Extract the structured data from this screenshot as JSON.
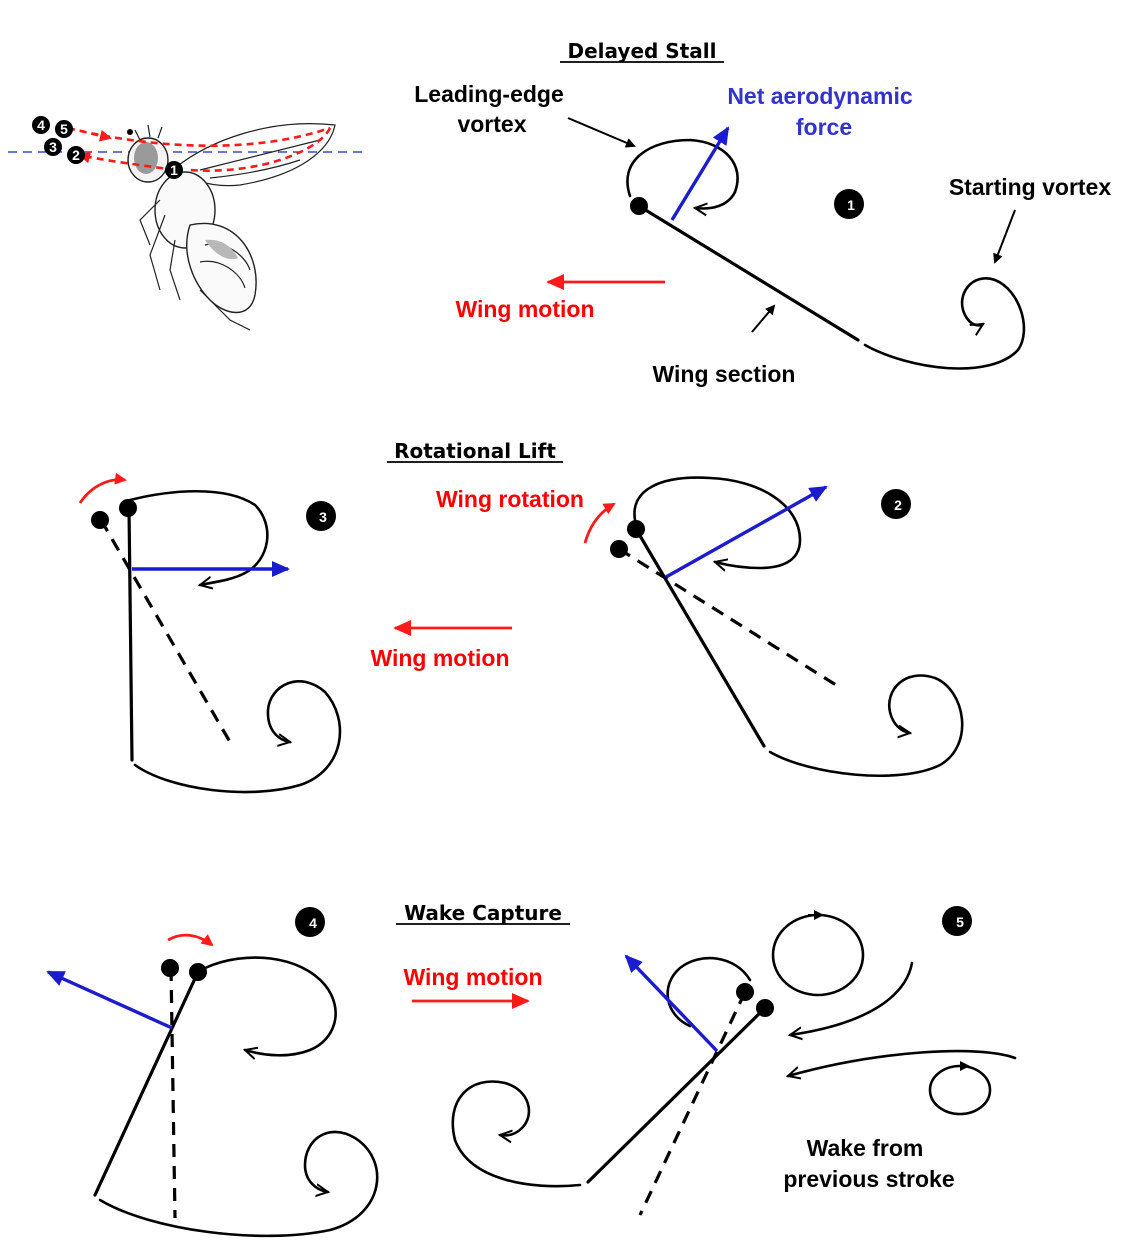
{
  "titles": {
    "delayed_stall": "Delayed Stall",
    "rotational_lift": "Rotational Lift",
    "wake_capture": "Wake Capture"
  },
  "labels": {
    "leading_edge_vortex_line1": "Leading-edge",
    "leading_edge_vortex_line2": "vortex",
    "net_force_line1": "Net aerodynamic",
    "net_force_line2": "force",
    "starting_vortex": "Starting vortex",
    "wing_motion_1": "Wing motion",
    "wing_section": "Wing section",
    "wing_rotation": "Wing rotation",
    "wing_motion_2": "Wing motion",
    "wing_motion_3": "Wing motion",
    "wake_line1": "Wake from",
    "wake_line2": "previous stroke"
  },
  "badges": {
    "b1": "1",
    "b2": "2",
    "b3": "3",
    "b4": "4",
    "b5": "5"
  },
  "fly_badges": [
    "4",
    "5",
    "3",
    "2",
    "1"
  ],
  "colors": {
    "motion": "#ff0000",
    "force": "#3333cc",
    "stroke": "#000000"
  }
}
